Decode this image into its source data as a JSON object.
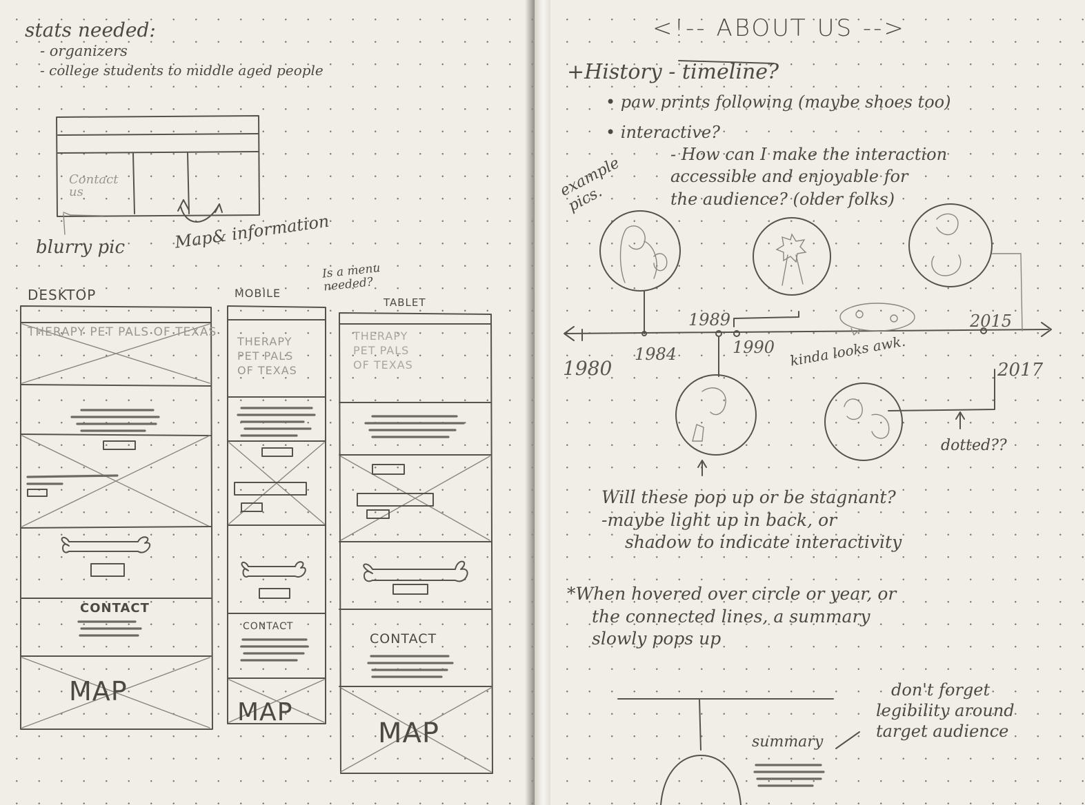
{
  "left": {
    "stats_title": "stats needed:",
    "stats_items": [
      "- organizers",
      "- college students to middle aged people"
    ],
    "contact_box_label": "Contact us",
    "blurry_pic": "blurry pic",
    "map_info": "Map& information",
    "desktop_label": "DESKTOP",
    "mobile_label": "MOBILE",
    "tablet_label": "TABLET",
    "menu_question": "Is a menu needed?",
    "desktop_title": "THERAPY PET PALS OF TEXAS",
    "mobile_title": [
      "THERAPY",
      "PET PALS",
      "OF TEXAS"
    ],
    "tablet_title": [
      "THERAPY",
      "PET PALS",
      "OF TEXAS"
    ],
    "contact_label": "CONTACT",
    "map_label": "MAP"
  },
  "right": {
    "heading": "<!-- ABOUT US -->",
    "history": "+History - timeline?",
    "bullet_paw": "• paw prints following (maybe shoes too)",
    "bullet_interactive": "• interactive?",
    "question_lines": [
      "- How can I make the interaction",
      "accessible and enjoyable for",
      "the audience? (older folks)"
    ],
    "example_pics": [
      "example",
      "pics."
    ],
    "years": [
      "1980",
      "1984",
      "1989",
      "1990",
      "2015",
      "2017"
    ],
    "kinda_looks_awk": "kinda looks awk.",
    "dotted": "dotted??",
    "popup_lines": [
      "Will these pop up or be stagnant?",
      "-maybe light up in back, or",
      "shadow to indicate interactivity"
    ],
    "hover_lines": [
      "*When hovered over circle or year, or",
      "the connected lines, a summary",
      "slowly pops up"
    ],
    "legibility_lines": [
      "don't forget",
      "legibility around",
      "target audience"
    ],
    "summary": "summary"
  }
}
